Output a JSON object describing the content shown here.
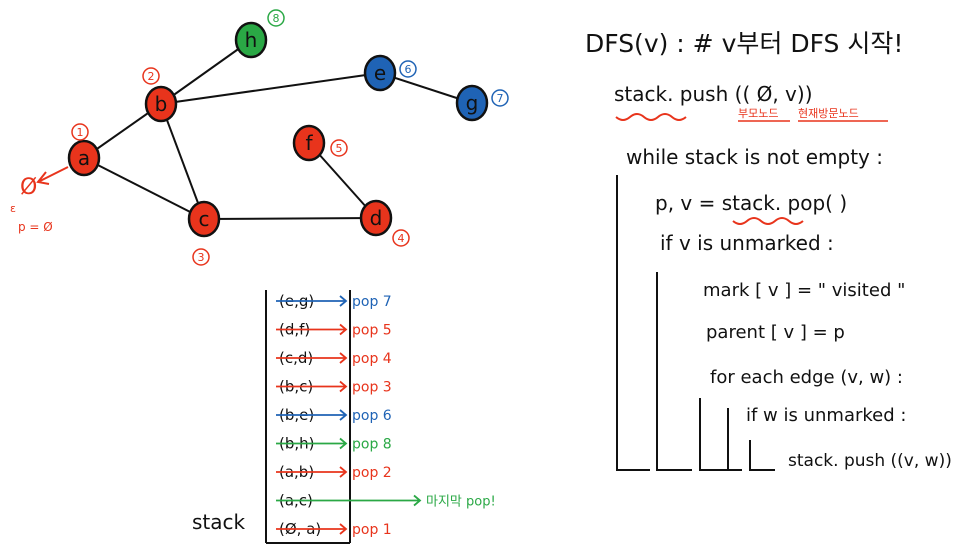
{
  "graph": {
    "nodes": [
      {
        "id": "a",
        "label": "a",
        "order": "1",
        "color": "#e8341c"
      },
      {
        "id": "b",
        "label": "b",
        "order": "2",
        "color": "#e8341c"
      },
      {
        "id": "c",
        "label": "c",
        "order": "3",
        "color": "#e8341c"
      },
      {
        "id": "d",
        "label": "d",
        "order": "4",
        "color": "#e8341c"
      },
      {
        "id": "f",
        "label": "f",
        "order": "5",
        "color": "#e8341c"
      },
      {
        "id": "e",
        "label": "e",
        "order": "6",
        "color": "#1f63b5"
      },
      {
        "id": "g",
        "label": "g",
        "order": "7",
        "color": "#1f63b5"
      },
      {
        "id": "h",
        "label": "h",
        "order": "8",
        "color": "#2aa845"
      }
    ],
    "edges": [
      [
        "a",
        "b"
      ],
      [
        "a",
        "c"
      ],
      [
        "b",
        "c"
      ],
      [
        "b",
        "h"
      ],
      [
        "b",
        "e"
      ],
      [
        "e",
        "g"
      ],
      [
        "c",
        "d"
      ],
      [
        "d",
        "f"
      ]
    ],
    "start_symbol": "Ø",
    "start_note": "p = Ø"
  },
  "stack": {
    "label": "stack",
    "entries": [
      {
        "text": "(e,g)",
        "pop": "pop 7",
        "color": "#1f63b5"
      },
      {
        "text": "(d,f)",
        "pop": "pop 5",
        "color": "#e8341c"
      },
      {
        "text": "(c,d)",
        "pop": "pop 4",
        "color": "#e8341c"
      },
      {
        "text": "(b,c)",
        "pop": "pop 3",
        "color": "#e8341c"
      },
      {
        "text": "(b,e)",
        "pop": "pop 6",
        "color": "#1f63b5"
      },
      {
        "text": "(b,h)",
        "pop": "pop 8",
        "color": "#2aa845"
      },
      {
        "text": "(a,b)",
        "pop": "pop 2",
        "color": "#e8341c"
      },
      {
        "text": "(a,c)",
        "pop": "마지막 pop!",
        "color": "#2aa845"
      },
      {
        "text": "(Ø, a)",
        "pop": "pop 1",
        "color": "#e8341c"
      }
    ]
  },
  "code": {
    "title": "DFS(v) : # v부터 DFS 시작!",
    "push_line": "stack. push (( Ø, v))",
    "push_note_parent": "부모노드",
    "push_note_current": "현재방문노드",
    "while_line": "while stack is not empty :",
    "pop_line": "p, v = stack. pop( )",
    "if_line": "if v is unmarked :",
    "mark_line": "mark [ v ] = \" visited \"",
    "parent_line": "parent [ v ] = p",
    "for_line": "for each edge (v, w) :",
    "if2_line": "if w is unmarked :",
    "push2_line": "stack. push ((v, w))"
  }
}
